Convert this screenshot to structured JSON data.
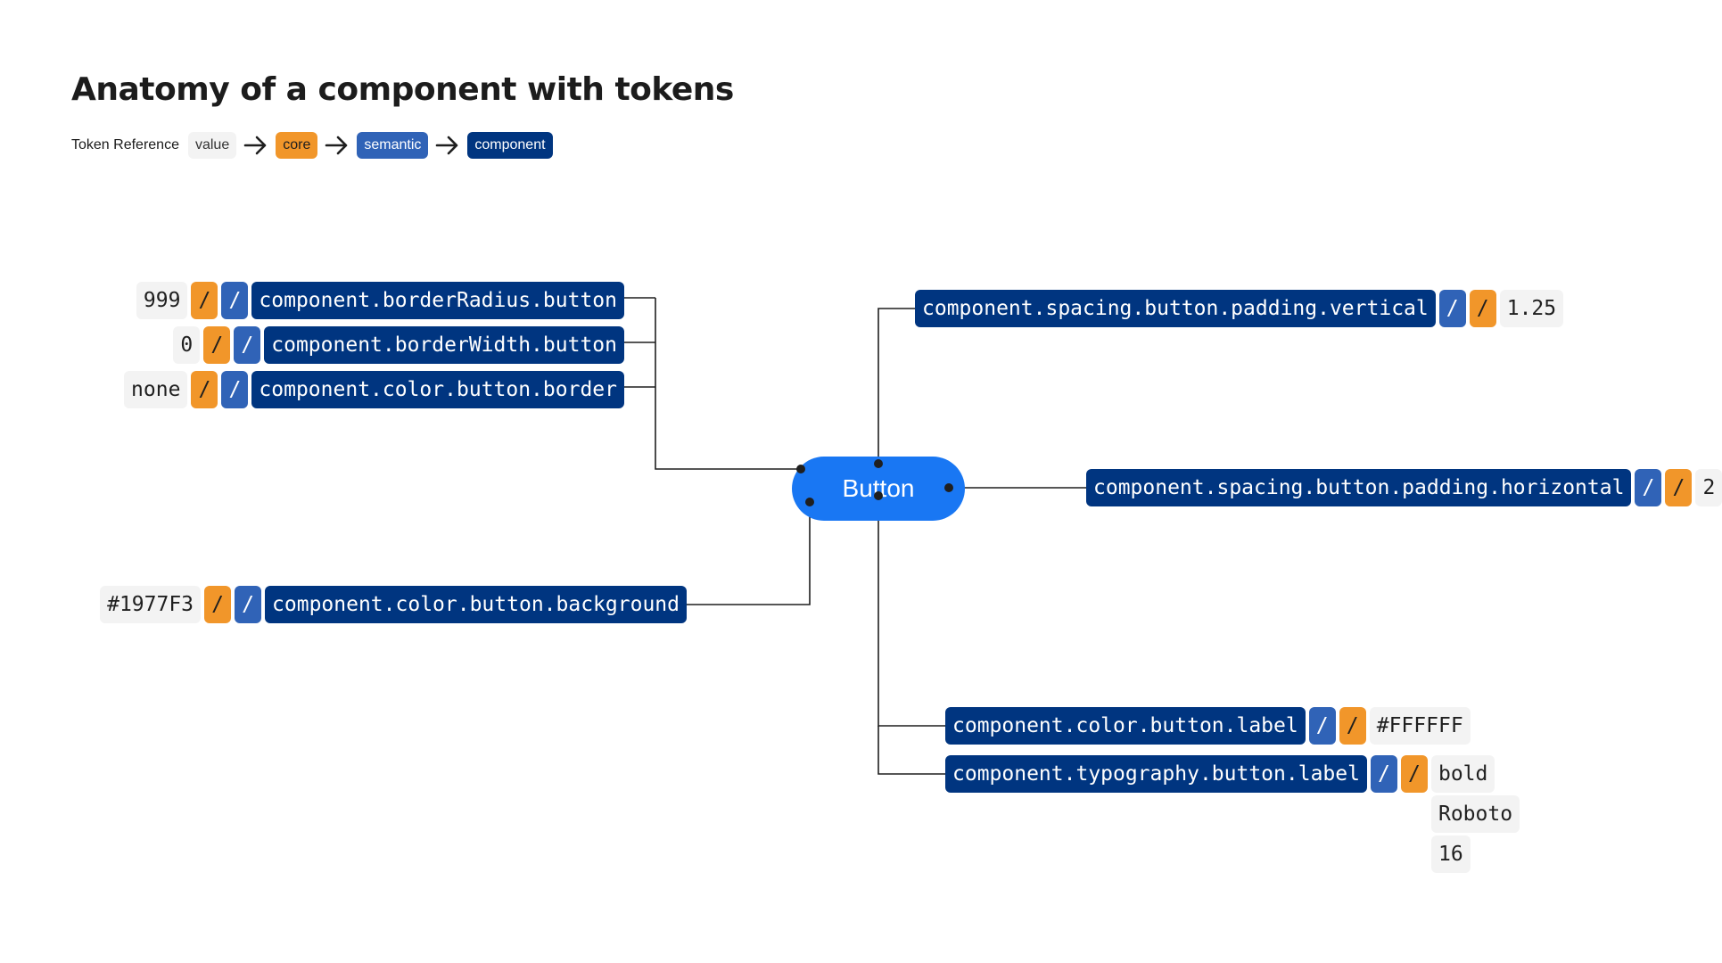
{
  "title": "Anatomy of a component with tokens",
  "legend": {
    "label": "Token Reference",
    "value": "value",
    "core": "core",
    "semantic": "semantic",
    "component": "component"
  },
  "colors": {
    "core": "#F1962A",
    "semantic": "#3063B7",
    "component": "#003580",
    "button": "#1977F3",
    "value_bg": "#F3F3F3",
    "line": "#1F1F1F"
  },
  "slash": "/",
  "button": {
    "label": "Button"
  },
  "left_tokens": [
    {
      "value": "999",
      "token": "component.borderRadius.button"
    },
    {
      "value": "0",
      "token": "component.borderWidth.button"
    },
    {
      "value": "none",
      "token": "component.color.button.border"
    },
    {
      "value": "#1977F3",
      "token": "component.color.button.background"
    }
  ],
  "right_tokens": [
    {
      "token": "component.spacing.button.padding.vertical",
      "values": [
        "1.25"
      ]
    },
    {
      "token": "component.spacing.button.padding.horizontal",
      "values": [
        "2"
      ]
    },
    {
      "token": "component.color.button.label",
      "values": [
        "#FFFFFF"
      ]
    },
    {
      "token": "component.typography.button.label",
      "values": [
        "bold",
        "Roboto",
        "16"
      ]
    }
  ]
}
